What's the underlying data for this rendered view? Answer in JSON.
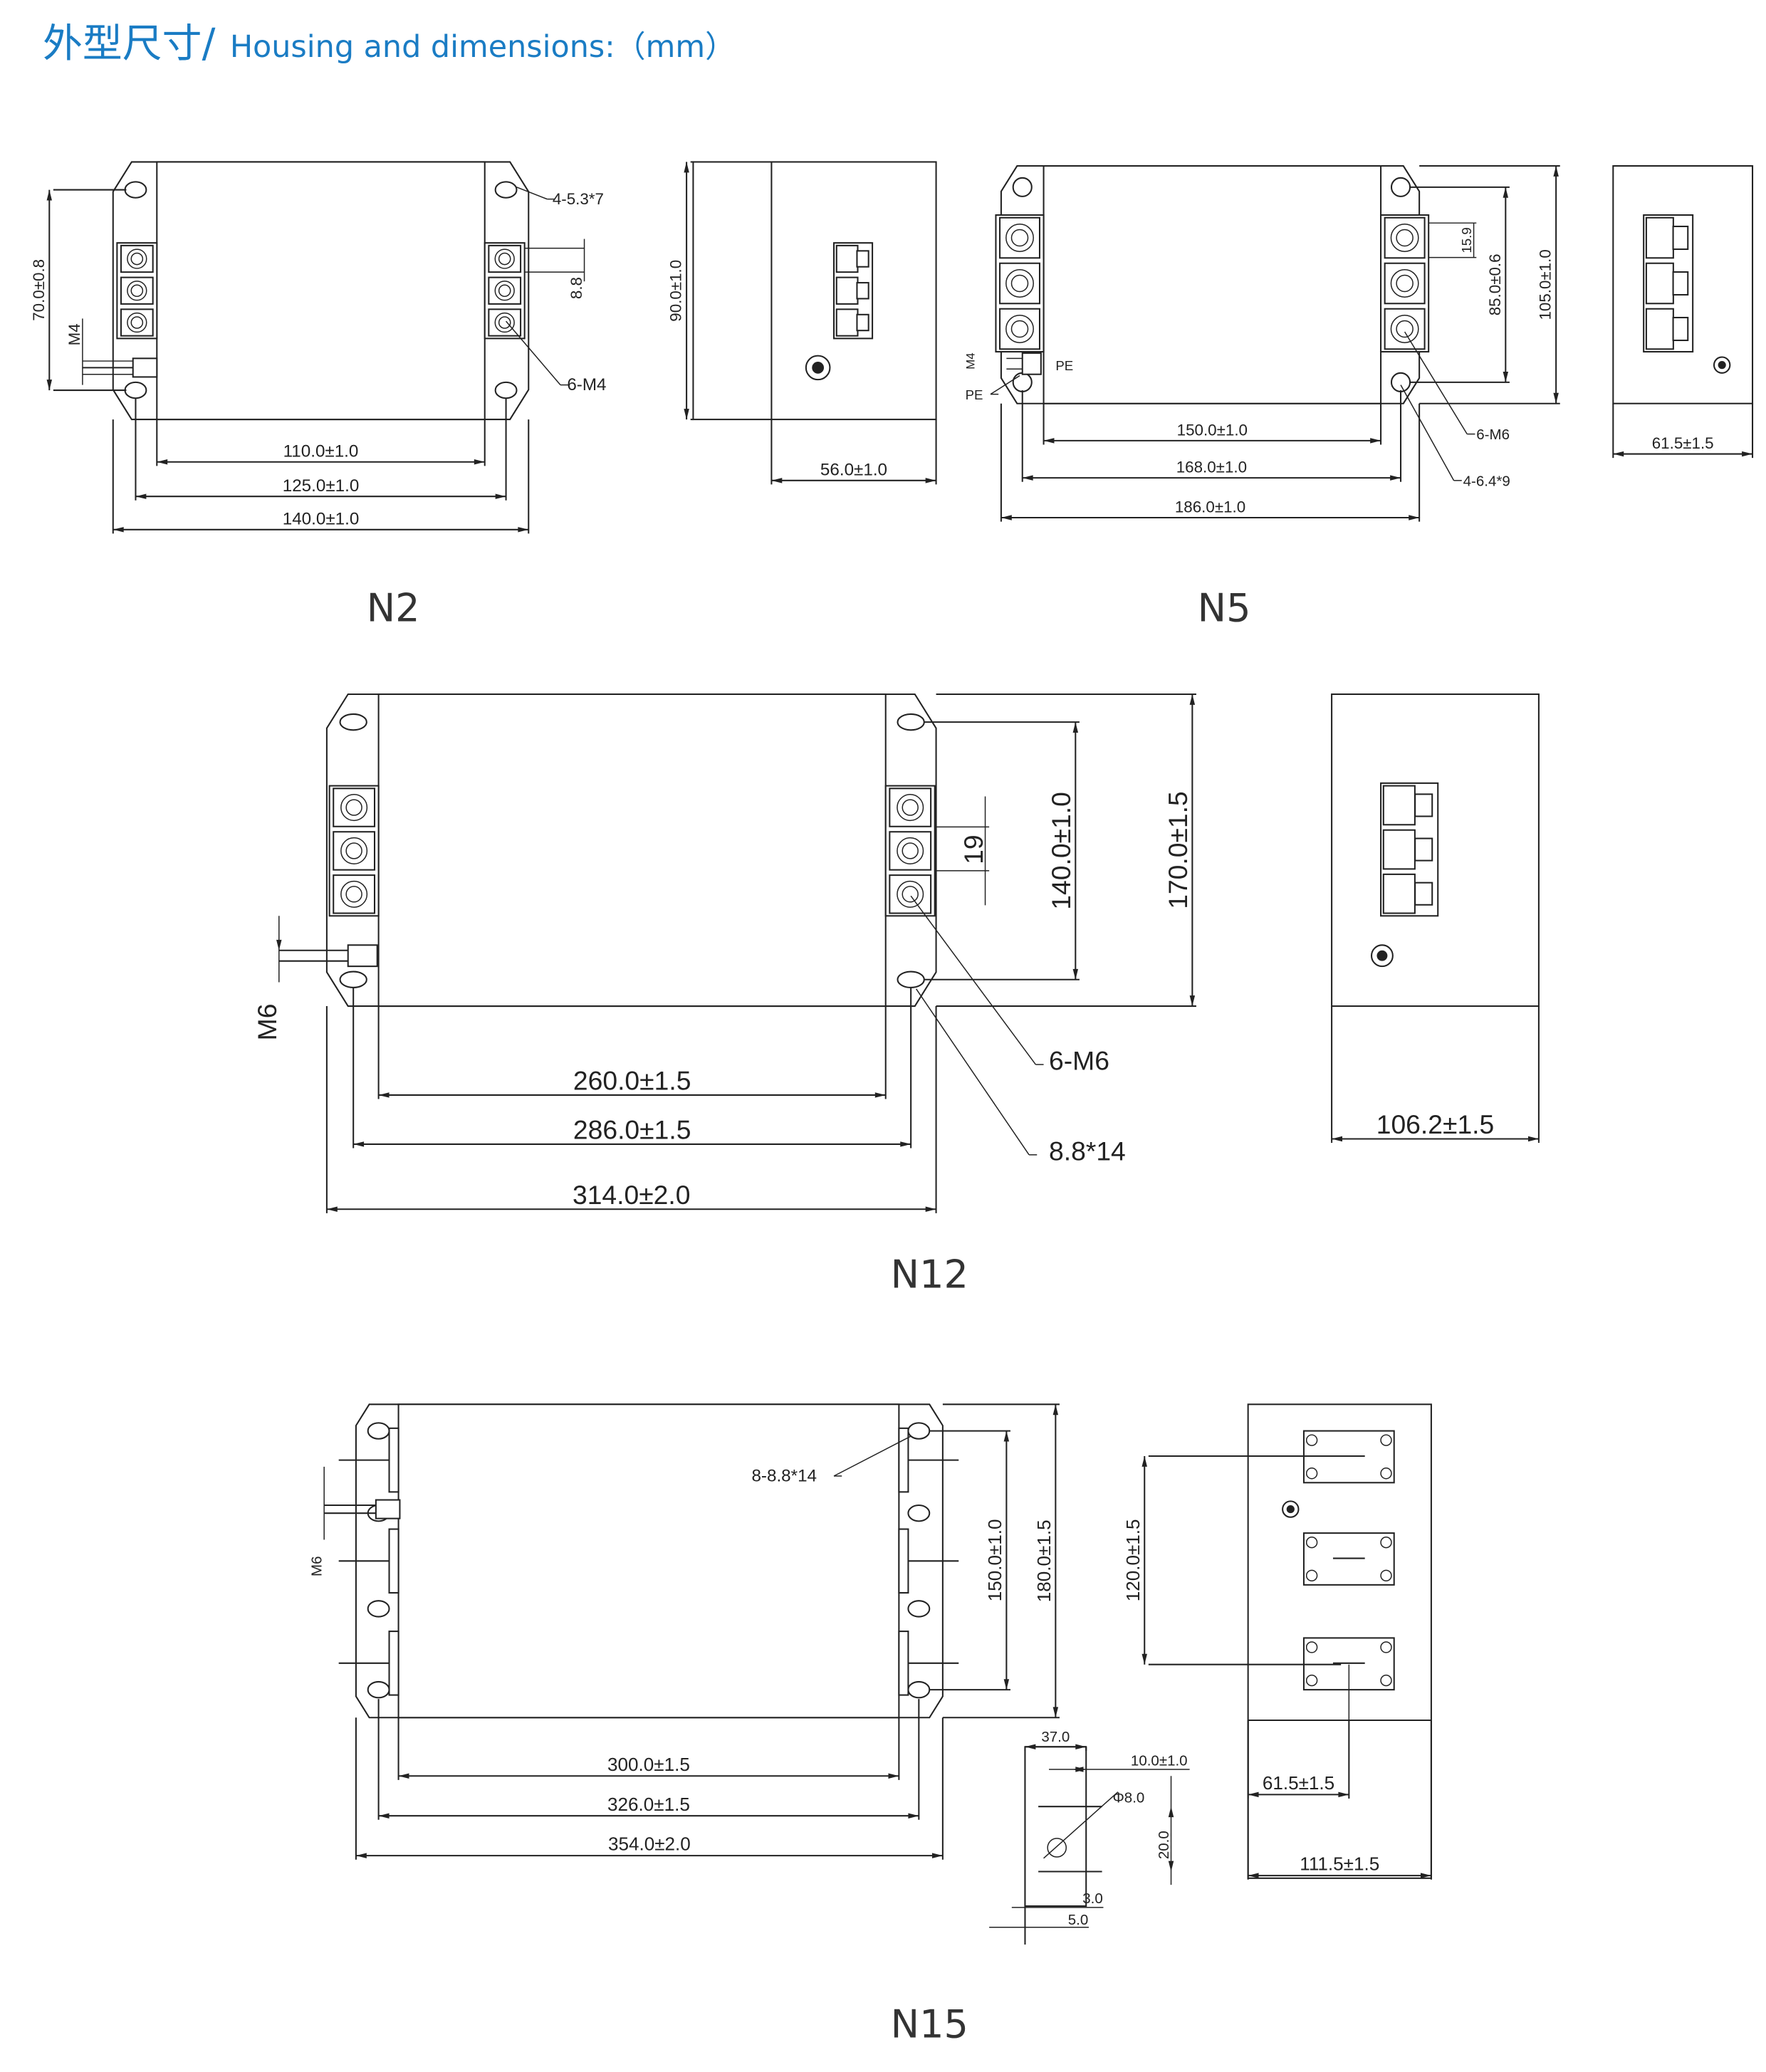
{
  "title": {
    "cn": "外型尺寸/",
    "en": "Housing and dimensions:（mm）",
    "color": "#1a7cc4"
  },
  "n2": {
    "label": "N2",
    "dims": {
      "w110": "110.0±1.0",
      "w125": "125.0±1.0",
      "w140": "140.0±1.0",
      "h70": "70.0±0.8",
      "m4": "M4",
      "hole": "4-5.3*7",
      "pitch": "8.8",
      "screw": "6-M4",
      "h90": "90.0±1.0",
      "d56": "56.0±1.0"
    }
  },
  "n5": {
    "label": "N5",
    "dims": {
      "w150": "150.0±1.0",
      "w168": "168.0±1.0",
      "w186": "186.0±1.0",
      "h85": "85.0±0.6",
      "h105": "105.0±1.0",
      "pitch": "15.9",
      "screw": "6-M6",
      "hole": "4-6.4*9",
      "pe1": "PE",
      "pe2": "PE",
      "m4": "M4",
      "d61": "61.5±1.5"
    }
  },
  "n12": {
    "label": "N12",
    "dims": {
      "w260": "260.0±1.5",
      "w286": "286.0±1.5",
      "w314": "314.0±2.0",
      "h140": "140.0±1.0",
      "h170": "170.0±1.5",
      "pitch": "19",
      "screw": "6-M6",
      "hole": "8.8*14",
      "m6": "M6",
      "d106": "106.2±1.5"
    }
  },
  "n15": {
    "label": "N15",
    "dims": {
      "w300": "300.0±1.5",
      "w326": "326.0±1.5",
      "w354": "354.0±2.0",
      "h150": "150.0±1.0",
      "h180": "180.0±1.5",
      "hole": "8-8.8*14",
      "m6": "M6",
      "h120": "120.0±1.5",
      "d61": "61.5±1.5",
      "d111": "111.5±1.5",
      "b37": "37.0",
      "b10": "10.0±1.0",
      "phi": "Φ8.0",
      "b20": "20.0",
      "b3": "3.0",
      "b5": "5.0"
    }
  }
}
